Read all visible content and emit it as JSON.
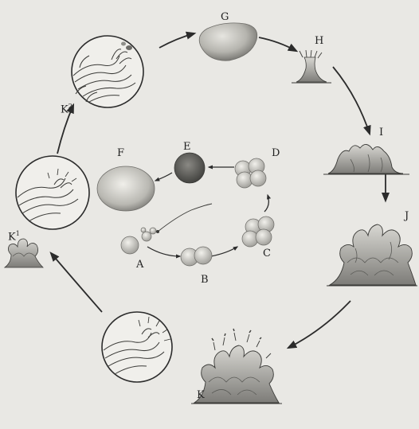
{
  "labels": {
    "a": "A",
    "b": "B",
    "c": "C",
    "d": "D",
    "e": "E",
    "f": "F",
    "g": "G",
    "h": "H",
    "i": "I",
    "j": "J",
    "k": "K",
    "k1_base": "K",
    "k1_sup": "1",
    "k2_base": "K",
    "k2_sup": "2"
  },
  "colors": {
    "background": "#e9e8e4",
    "ink": "#2b2b2b",
    "shade_light": "#bdbdb8",
    "shade_mid": "#8f8f8a",
    "shade_dark": "#5a5a56"
  }
}
